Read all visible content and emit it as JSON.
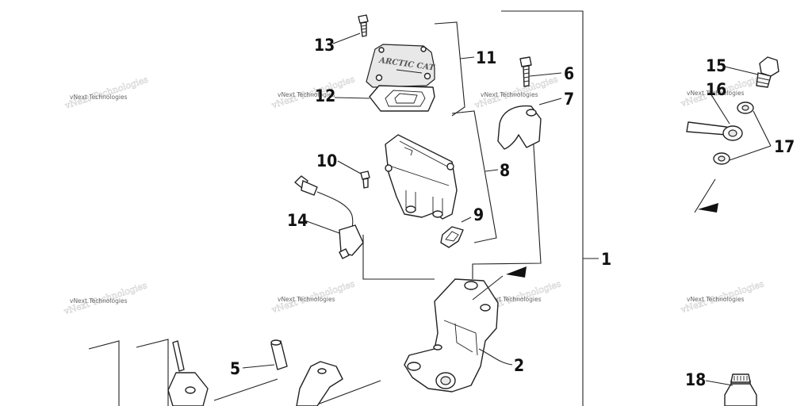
{
  "watermark": {
    "text": "vNext Technologies"
  },
  "cover_logo": {
    "text": "ARCTIC CAT"
  },
  "callouts": [
    {
      "id": "c1",
      "label": "1"
    },
    {
      "id": "c2",
      "label": "2"
    },
    {
      "id": "c5",
      "label": "5"
    },
    {
      "id": "c6",
      "label": "6"
    },
    {
      "id": "c7",
      "label": "7"
    },
    {
      "id": "c8",
      "label": "8"
    },
    {
      "id": "c9",
      "label": "9"
    },
    {
      "id": "c10",
      "label": "10"
    },
    {
      "id": "c11",
      "label": "11"
    },
    {
      "id": "c12",
      "label": "12"
    },
    {
      "id": "c13",
      "label": "13"
    },
    {
      "id": "c14",
      "label": "14"
    },
    {
      "id": "c15",
      "label": "15"
    },
    {
      "id": "c16",
      "label": "16"
    },
    {
      "id": "c17",
      "label": "17"
    },
    {
      "id": "c18",
      "label": "18"
    }
  ]
}
